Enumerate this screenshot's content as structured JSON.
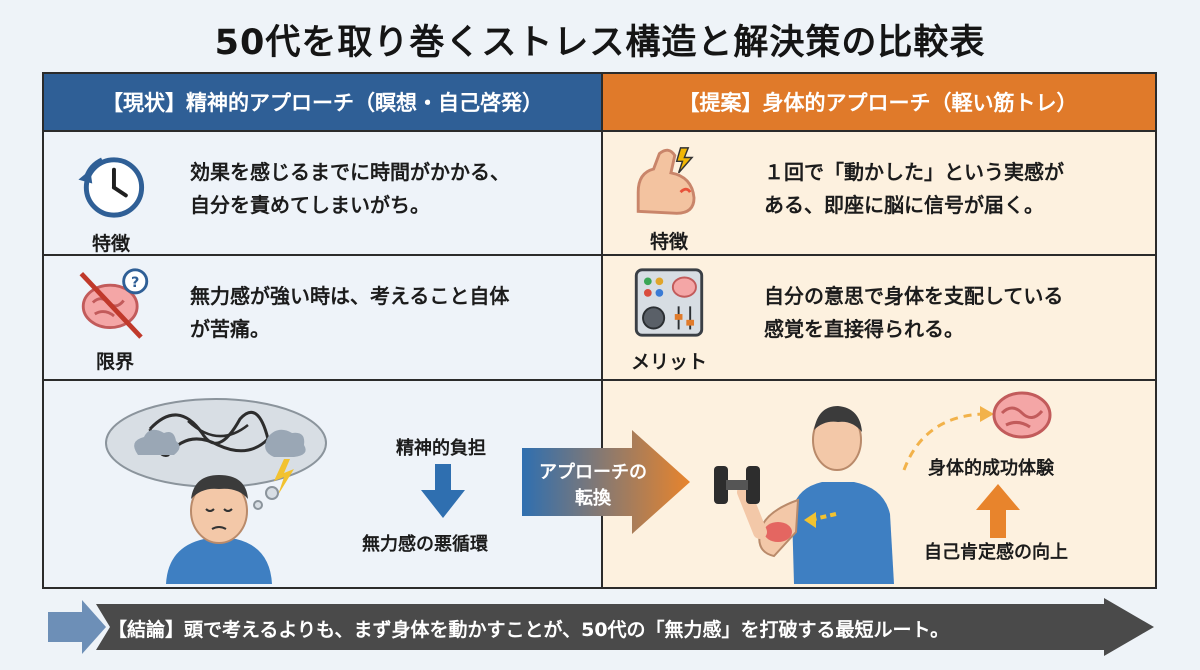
{
  "title": "50代を取り巻くストレス構造と解決策の比較表",
  "columns": {
    "left_header": "【現状】精神的アプローチ（瞑想・自己啓発）",
    "right_header": "【提案】身体的アプローチ（軽い筋トレ）"
  },
  "rows": {
    "feature": {
      "left_label": "特徴",
      "left_text": [
        "効果を感じるまでに時間がかかる、",
        "自分を責めてしまいがち。"
      ],
      "left_icon": "clock-icon",
      "right_label": "特徴",
      "right_text": [
        "１回で「動かした」という実感が",
        "ある、即座に脳に信号が届く。"
      ],
      "right_icon": "flexed-arm-icon"
    },
    "second": {
      "left_label": "限界",
      "left_text": [
        "無力感が強い時は、考えること自体",
        "が苦痛。"
      ],
      "left_icon": "crossed-brain-icon",
      "right_label": "メリット",
      "right_text": [
        "自分の意思で身体を支配している",
        "感覚を直接得られる。"
      ],
      "right_icon": "control-panel-icon"
    }
  },
  "flow": {
    "left_top": "精神的負担",
    "left_bottom": "無力感の悪循環",
    "turn": [
      "アプローチの",
      "転換"
    ],
    "right_top": "身体的成功体験",
    "right_bottom": "自己肯定感の向上"
  },
  "banner": "【結論】頭で考えるよりも、まず身体を動かすことが、50代の「無力感」を打破する最短ルート。",
  "colors": {
    "blue": "#2f5f96",
    "orange": "#e07a2a",
    "banner": "#4a4a4a"
  }
}
